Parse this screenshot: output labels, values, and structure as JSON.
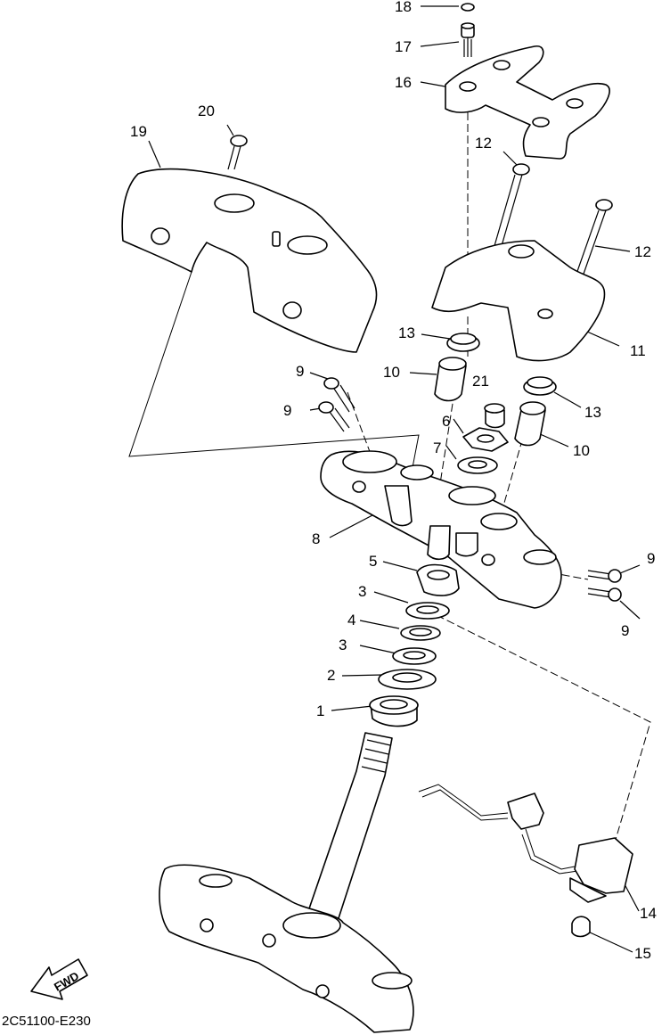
{
  "diagram_code": "2C51100-E230",
  "fwd_label": "FWD",
  "callouts": [
    "18",
    "17",
    "16",
    "20",
    "19",
    "12",
    "12",
    "11",
    "13",
    "13",
    "10",
    "10",
    "21",
    "6",
    "7",
    "9",
    "9",
    "8",
    "9",
    "9",
    "5",
    "3",
    "4",
    "3",
    "2",
    "1",
    "14",
    "15"
  ]
}
